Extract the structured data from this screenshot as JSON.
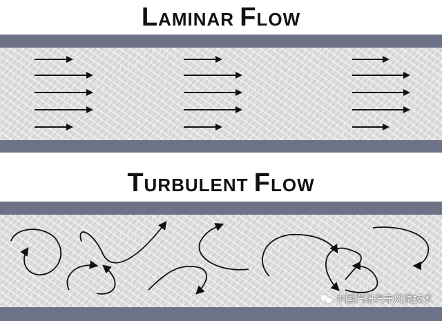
{
  "laminar": {
    "title_initial": "L",
    "title_rest": "AMINAR",
    "title_initial_2": "F",
    "title_rest_2": "LOW"
  },
  "turbulent": {
    "title_initial": "T",
    "title_rest": "URBULENT",
    "title_initial_2": "F",
    "title_rest_2": "LOW"
  },
  "watermark": {
    "text": "中国汽研汽车风洞技术"
  },
  "colors": {
    "wall": "#6e7287",
    "fluid": "#dedede",
    "arrow": "#111111"
  }
}
